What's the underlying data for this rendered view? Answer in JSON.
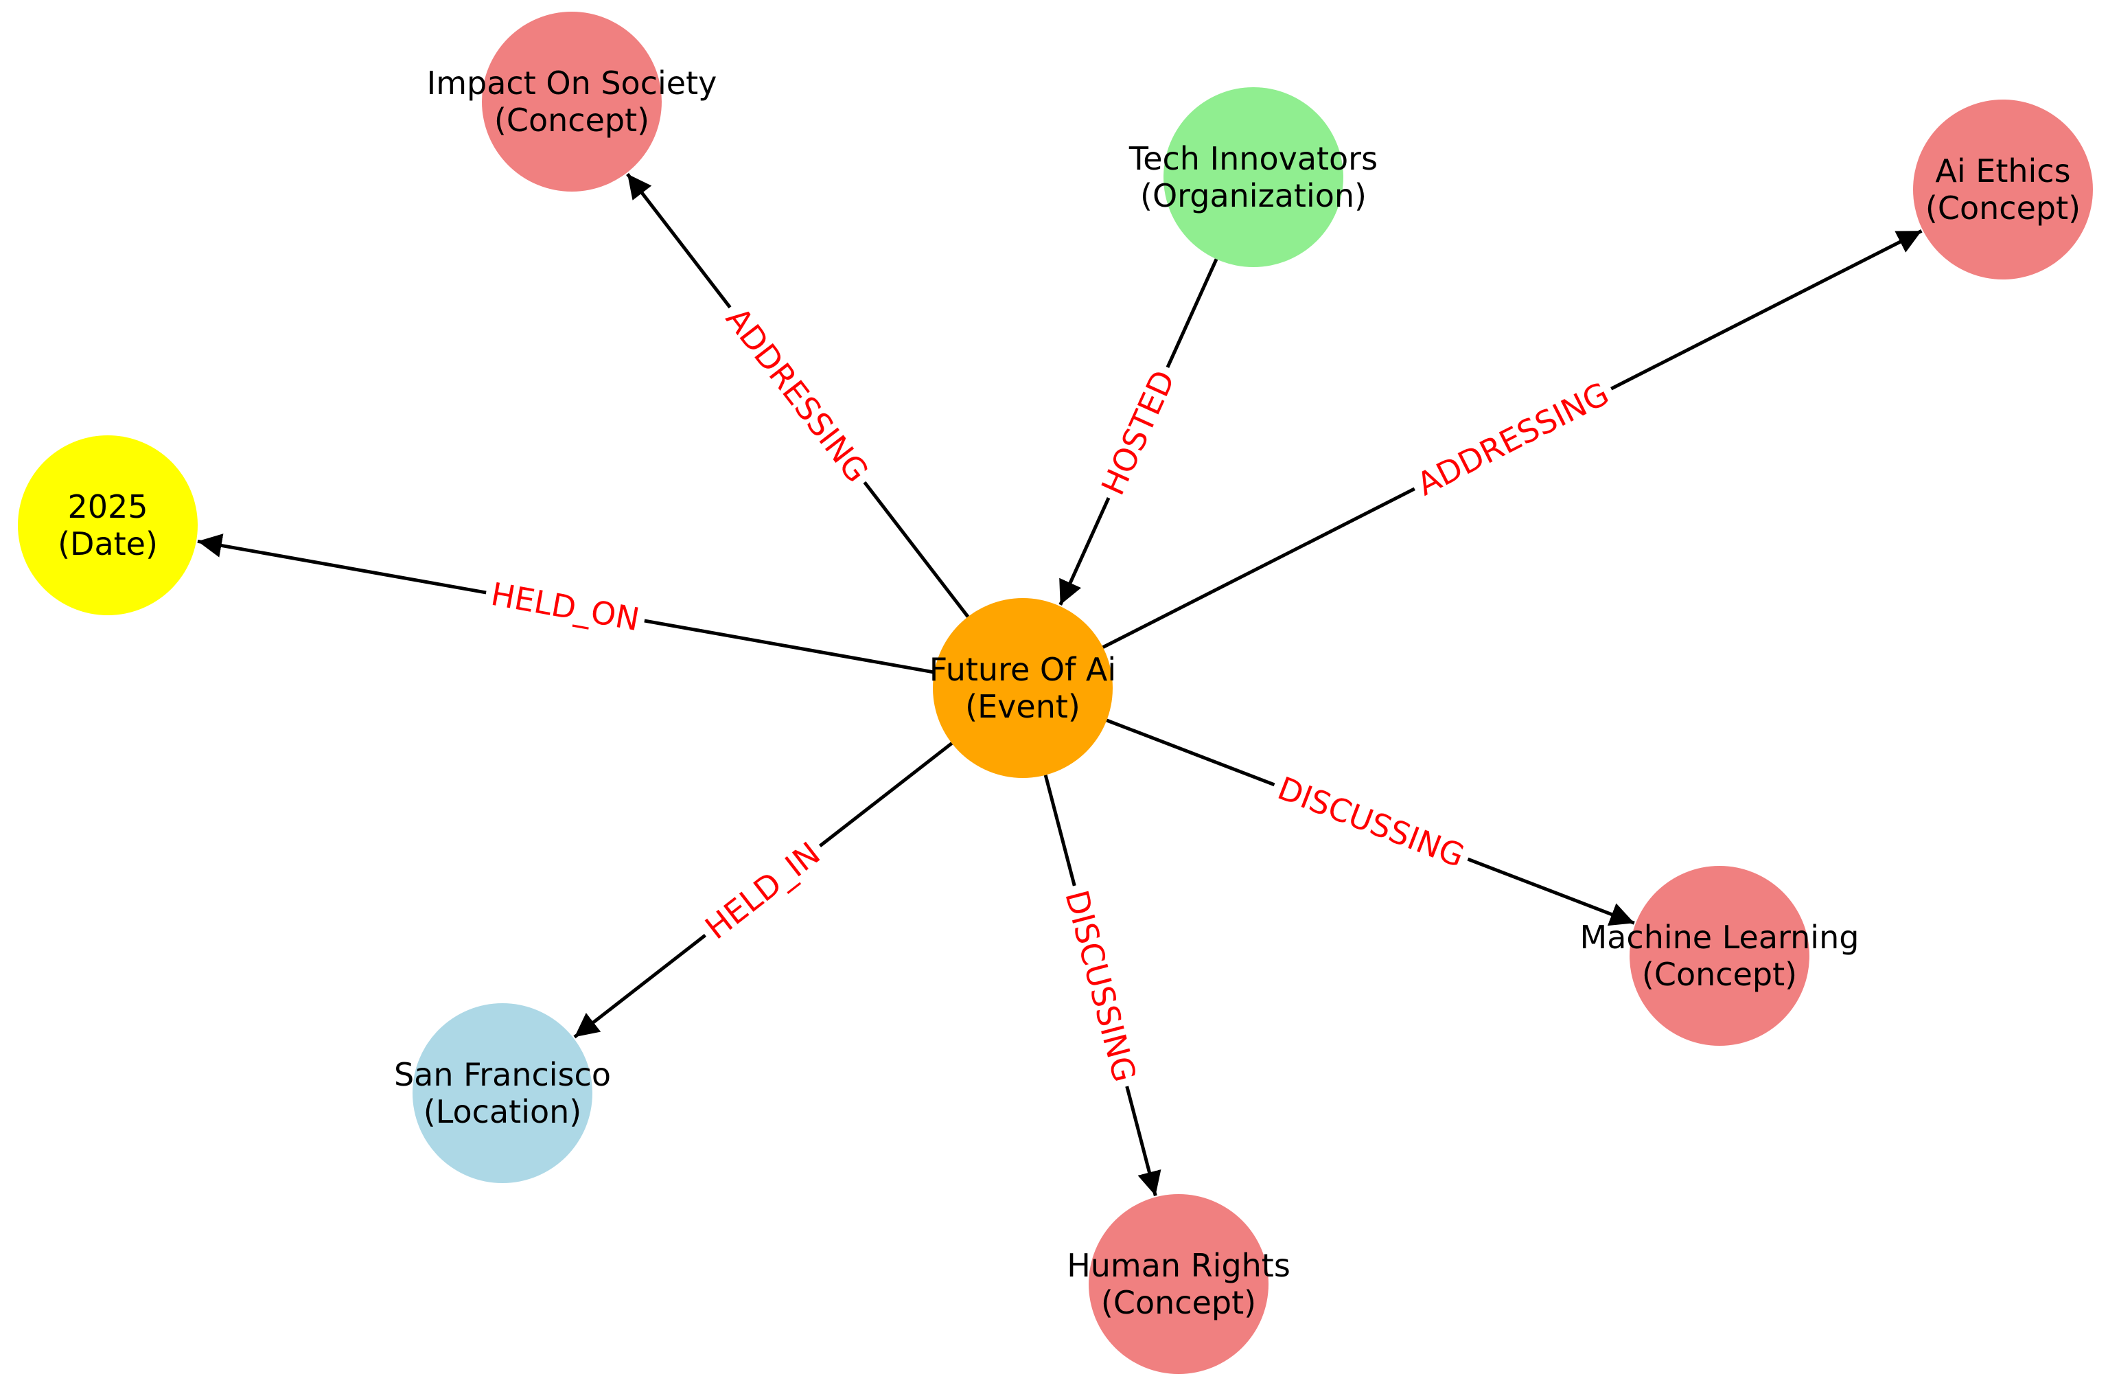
{
  "graph": {
    "nodes": [
      {
        "id": "future_of_ai",
        "name": "Future Of Ai",
        "type": "(Event)",
        "color": "#ffa500"
      },
      {
        "id": "impact_on_society",
        "name": "Impact On Society",
        "type": "(Concept)",
        "color": "#f08080"
      },
      {
        "id": "tech_innovators",
        "name": "Tech Innovators",
        "type": "(Organization)",
        "color": "#90ee90"
      },
      {
        "id": "ai_ethics",
        "name": "Ai Ethics",
        "type": "(Concept)",
        "color": "#f08080"
      },
      {
        "id": "date_2025",
        "name": "2025",
        "type": "(Date)",
        "color": "#ffff00"
      },
      {
        "id": "machine_learning",
        "name": "Machine Learning",
        "type": "(Concept)",
        "color": "#f08080"
      },
      {
        "id": "san_francisco",
        "name": "San Francisco",
        "type": "(Location)",
        "color": "#add8e6"
      },
      {
        "id": "human_rights",
        "name": "Human Rights",
        "type": "(Concept)",
        "color": "#f08080"
      }
    ],
    "edges": [
      {
        "id": "e_impact",
        "from": "future_of_ai",
        "to": "impact_on_society",
        "label": "ADDRESSING"
      },
      {
        "id": "e_hosted",
        "from": "tech_innovators",
        "to": "future_of_ai",
        "label": "HOSTED"
      },
      {
        "id": "e_ethics",
        "from": "future_of_ai",
        "to": "ai_ethics",
        "label": "ADDRESSING"
      },
      {
        "id": "e_held_on",
        "from": "future_of_ai",
        "to": "date_2025",
        "label": "HELD_ON"
      },
      {
        "id": "e_ml",
        "from": "future_of_ai",
        "to": "machine_learning",
        "label": "DISCUSSING"
      },
      {
        "id": "e_held_in",
        "from": "future_of_ai",
        "to": "san_francisco",
        "label": "HELD_IN"
      },
      {
        "id": "e_rights",
        "from": "future_of_ai",
        "to": "human_rights",
        "label": "DISCUSSING"
      }
    ]
  }
}
